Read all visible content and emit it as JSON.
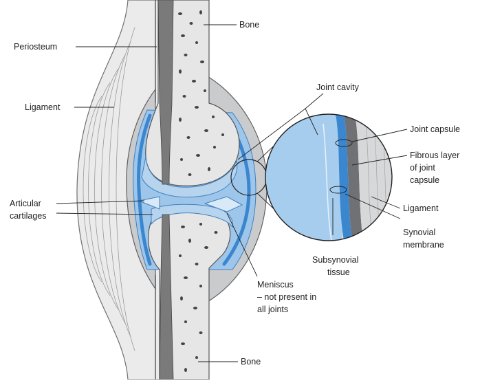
{
  "labels": {
    "periosteum": "Periosteum",
    "bone_top": "Bone",
    "ligament_left": "Ligament",
    "joint_cavity": "Joint cavity",
    "joint_capsule": "Joint capsule",
    "fibrous_1": "Fibrous layer",
    "fibrous_2": "of joint",
    "fibrous_3": "capsule",
    "articular_1": "Articular",
    "articular_2": "cartilages",
    "ligament_right": "Ligament",
    "synovial_1": "Synovial",
    "synovial_2": "membrane",
    "subsynovial_1": "Subsynovial",
    "subsynovial_2": "tissue",
    "meniscus_1": "Meniscus",
    "meniscus_2": "– not present in",
    "meniscus_3": "all joints",
    "bone_bottom": "Bone"
  },
  "colors": {
    "bone_gray": "#e4e4e4",
    "cartilage_blue": "#a9cbea",
    "synovial_blue": "#5aa2dc",
    "capsule_gray": "#c7c9cb",
    "marrow_dark": "#6e6e6e"
  }
}
